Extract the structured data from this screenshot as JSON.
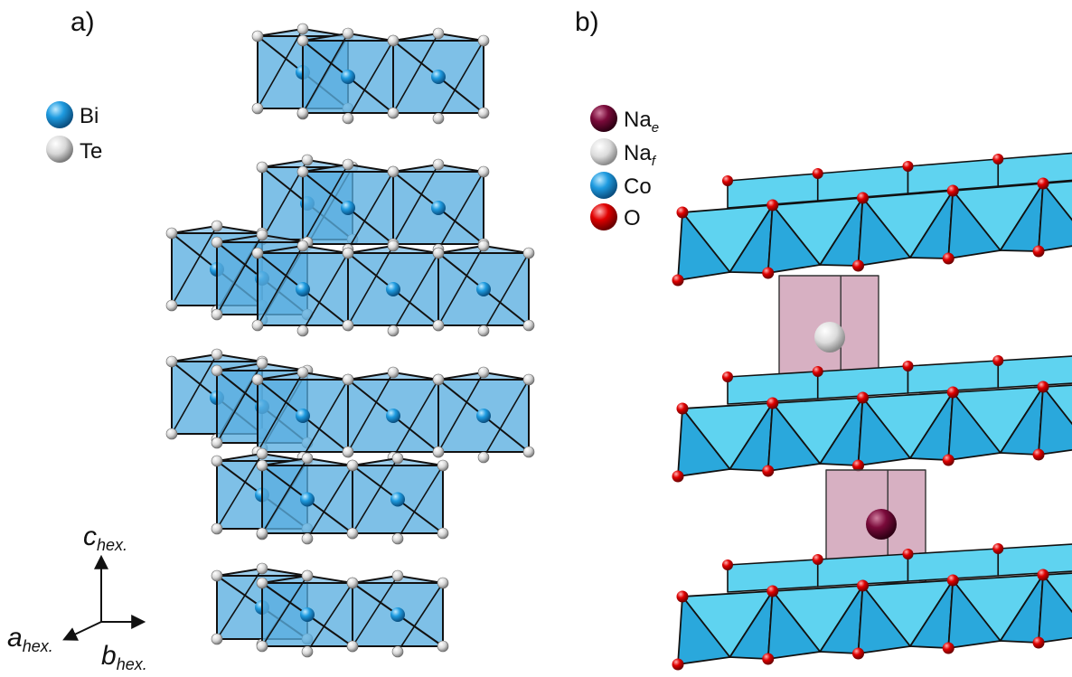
{
  "panel_a": {
    "label": "a)",
    "legend": [
      {
        "name": "Bi",
        "color": "#1e9be0"
      },
      {
        "name": "Te",
        "color": "#d8d8d8"
      }
    ]
  },
  "panel_b": {
    "label": "b)",
    "legend": [
      {
        "name": "Na",
        "sub": "e",
        "color": "#7a0a3a"
      },
      {
        "name": "Na",
        "sub": "f",
        "color": "#d8d8d8"
      },
      {
        "name": "Co",
        "sub": "",
        "color": "#1e9be0"
      },
      {
        "name": "O",
        "sub": "",
        "color": "#e00000"
      }
    ]
  },
  "axes": {
    "c_main": "c",
    "c_sub": "hex.",
    "a_main": "a",
    "a_sub": "hex.",
    "b_main": "b",
    "b_sub": "hex."
  },
  "colors": {
    "octa_a_face": "#5aaee0",
    "octa_a_edge": "#111111",
    "octa_b_face": "#2aa8dc",
    "octa_b_light": "#5fd3f0",
    "prism_face": "#c995ad",
    "vertex_te": "#e8e8e8",
    "vertex_o": "#e00000"
  }
}
